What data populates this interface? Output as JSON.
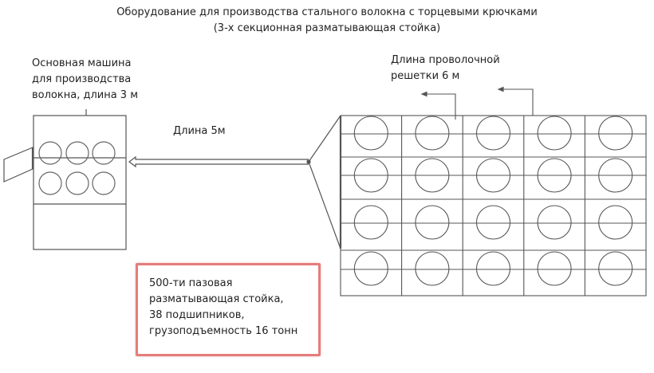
{
  "title": {
    "line1": "Оборудование для производства стального волокна с торцевыми крючками",
    "line2": "(3-х секционная разматывающая стойка)"
  },
  "machine": {
    "label_line1": "Основная машина",
    "label_line2": "для производства",
    "label_line3": "волокна, длина 3 м"
  },
  "conveyor": {
    "label": "Длина 5м"
  },
  "grid": {
    "label_line1": "Длина проволочной",
    "label_line2": "решетки 6 м",
    "rows": 4,
    "cols": 5
  },
  "note": {
    "line1": "500-ти пазовая",
    "line2": "разматывающая стойка,",
    "line3": "38 подшипников,",
    "line4": "грузоподъемность 16 тонн",
    "border_color": "#e57d7d"
  }
}
